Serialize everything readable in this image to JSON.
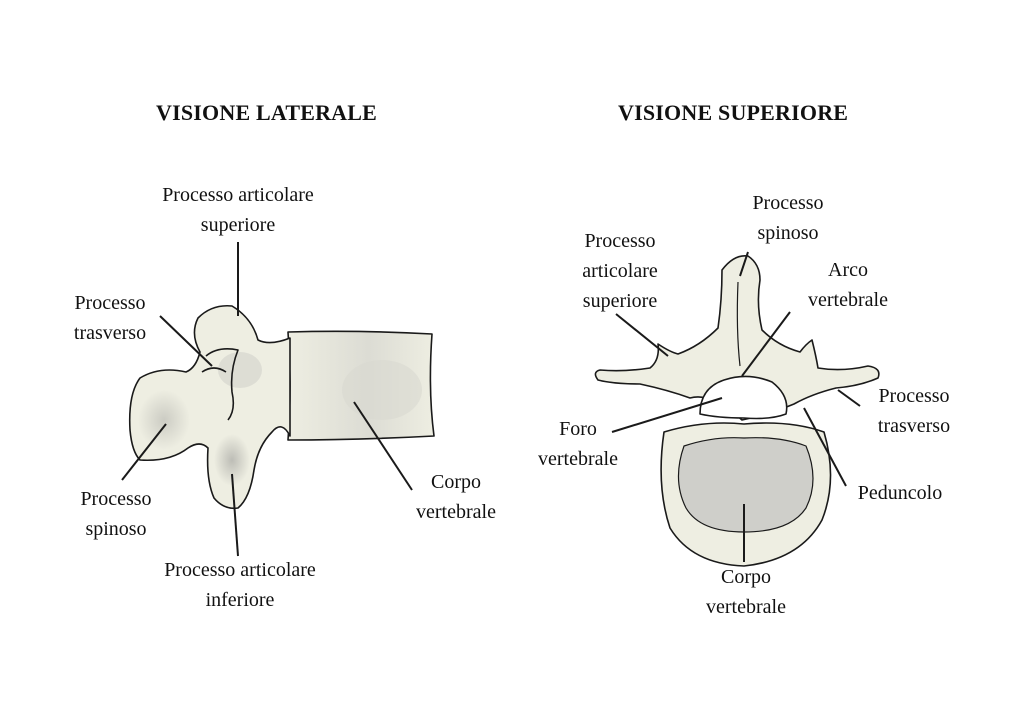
{
  "lateral": {
    "title": "VISIONE LATERALE",
    "labels": {
      "sup_articular": [
        "Processo articolare",
        "superiore"
      ],
      "transverse": [
        "Processo",
        "trasverso"
      ],
      "spinous": [
        "Processo",
        "spinoso"
      ],
      "inf_articular": [
        "Processo articolare",
        "inferiore"
      ],
      "body": [
        "Corpo",
        "vertebrale"
      ]
    }
  },
  "superior": {
    "title": "VISIONE SUPERIORE",
    "labels": {
      "spinous": [
        "Processo",
        "spinoso"
      ],
      "sup_articular": [
        "Processo",
        "articolare",
        "superiore"
      ],
      "arch": [
        "Arco",
        "vertebrale"
      ],
      "transverse": [
        "Processo",
        "trasverso"
      ],
      "foramen": [
        "Foro",
        "vertebrale"
      ],
      "pedicle": [
        "Peduncolo"
      ],
      "body": [
        "Corpo",
        "vertebrale"
      ]
    }
  },
  "colors": {
    "bone": "#eeeee2",
    "bone_shade": "#c9c9c2",
    "body_core": "#cfcfca",
    "line": "#1a1a1a"
  }
}
